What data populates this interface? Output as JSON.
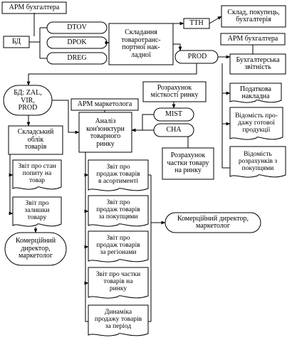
{
  "diagram": {
    "arm_accountant_top": "АРМ бухгалтера",
    "db": "БД",
    "dtov": "DTOV",
    "dpok": "DPOK",
    "dreg": "DREG",
    "compile_invoice": "Складання\nтоваротранс-\nпортної нак-\nладної",
    "ttn": "ТТН",
    "warehouse_recipients": "Склад, покупець,\nбухгалтерія",
    "arm_accountant_right": "АРМ бухгалтера",
    "prod": "PROD",
    "accounting_report": "Бухгалтерська\nзвітність",
    "tax_invoice": "Податкова\nнакладна",
    "finished_goods_sales": "Відомість про-\nдажу готової\nпродукції",
    "customer_settlements": "Відомість\nрозрахунків з\nпокупцями",
    "db_zal": "БД: ZAL,\nVIR,\nPROD",
    "arm_marketer": "АРМ маркетолога",
    "market_capacity_calc": "Розрахунок\nмісткості ринку",
    "mist": "MIST",
    "cha": "CHA",
    "market_share_calc": "Розрахунок\nчастки товару\nна ринку",
    "market_analysis": "Аналіз\nкон'юнктури\nтоварного\nринку",
    "warehouse_accounting": "Складський\nоблік\nтоварів",
    "demand_report": "Звіт про стан\nпопиту на\nтовар",
    "stock_report": "Звіт про\nзалишки\nтовару",
    "director_left": "Комерційний\nдиректор,\nмаркетолог",
    "sales_assortment": "Звіт про\nпродаж товарів\nв асортименті",
    "sales_customers": "Звіт про\nпродаж товарів\nза покупцями",
    "sales_regions": "Звіт про\nпродаж товарів\nза регіонами",
    "market_share_report": "Звіт про частки\nтоварів на\nринку",
    "sales_dynamics": "Динаміка\nпродажу товарів\nза період",
    "director_right": "Комерційний директор,\nмаркетолог"
  }
}
